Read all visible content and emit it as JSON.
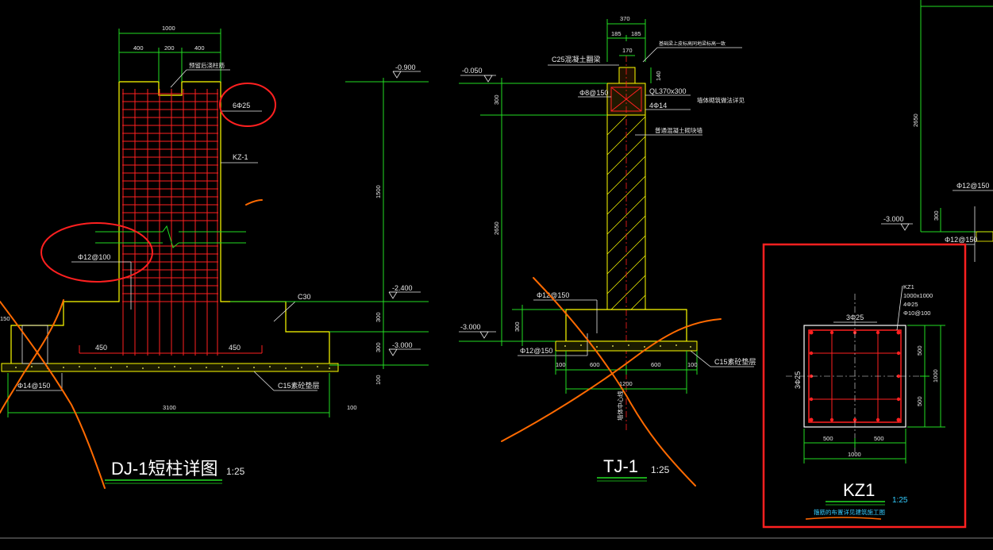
{
  "dj1": {
    "title": "DJ-1短柱详图",
    "scale": "1:25",
    "dim_total_top": "1000",
    "dim_400_left": "400",
    "dim_200": "200",
    "dim_400_right": "400",
    "note_embed": "预留后浇柱筋",
    "label_rebar_top": "6Φ25",
    "label_kz": "KZ-1",
    "label_stirrup": "Φ12@100",
    "label_c30": "C30",
    "label_c15": "C15素砼垫层",
    "label_bottom_bar": "Φ14@150",
    "dim_450_left": "450",
    "dim_450_right": "450",
    "dim_3100": "3100",
    "dim_100": "100",
    "label_150": "150",
    "elev_top": "-0.900",
    "elev_mid": "-2.400",
    "elev_bot": "-3.000",
    "dim_1500": "1500",
    "dim_300a": "300",
    "dim_300b": "300",
    "dim_100b": "100"
  },
  "tj1": {
    "title": "TJ-1",
    "scale": "1:25",
    "dim_370": "370",
    "dim_185a": "185",
    "dim_185b": "185",
    "dim_170": "170",
    "dim_140": "140",
    "note_top": "基础梁上皮标高同地梁标高一致",
    "label_c25": "C25混凝土翻梁",
    "label_ql": "QL370x300",
    "label_4bar": "4Φ14",
    "label_stir": "Φ8@150",
    "note_wall": "墙体砌筑做法详见",
    "note_wall2": "普通混凝土砌块墙",
    "elev_top": "-0.050",
    "elev_bot": "-3.000",
    "dim_300": "300",
    "dim_2650": "2650",
    "dim_300b": "300",
    "label_bar1": "Φ12@150",
    "label_bar2": "Φ12@150",
    "dim_100a": "100",
    "dim_600a": "600",
    "dim_600b": "600",
    "dim_100b": "100",
    "dim_1200": "1200",
    "label_c15": "C15素砼垫层",
    "label_axis": "墙体中心线"
  },
  "kz1": {
    "title": "KZ1",
    "scale": "1:25",
    "label_name": "KZ1",
    "label_size": "1000x1000",
    "label_main": "4Φ25",
    "label_stir": "Φ10@100",
    "label_top_bar": "3Φ25",
    "label_side_bar": "3Φ25",
    "dim_500a": "500",
    "dim_500b": "500",
    "dim_1000h": "1000",
    "dim_500c": "500",
    "dim_500d": "500",
    "dim_1000v": "1000",
    "note": "箍筋的布置详见建筑施工图"
  },
  "right_fragment": {
    "dim_2650": "2650",
    "label_bar1": "Φ12@150",
    "label_bar2": "Φ12@150",
    "elev": "-3.000",
    "dim_300": "300"
  }
}
